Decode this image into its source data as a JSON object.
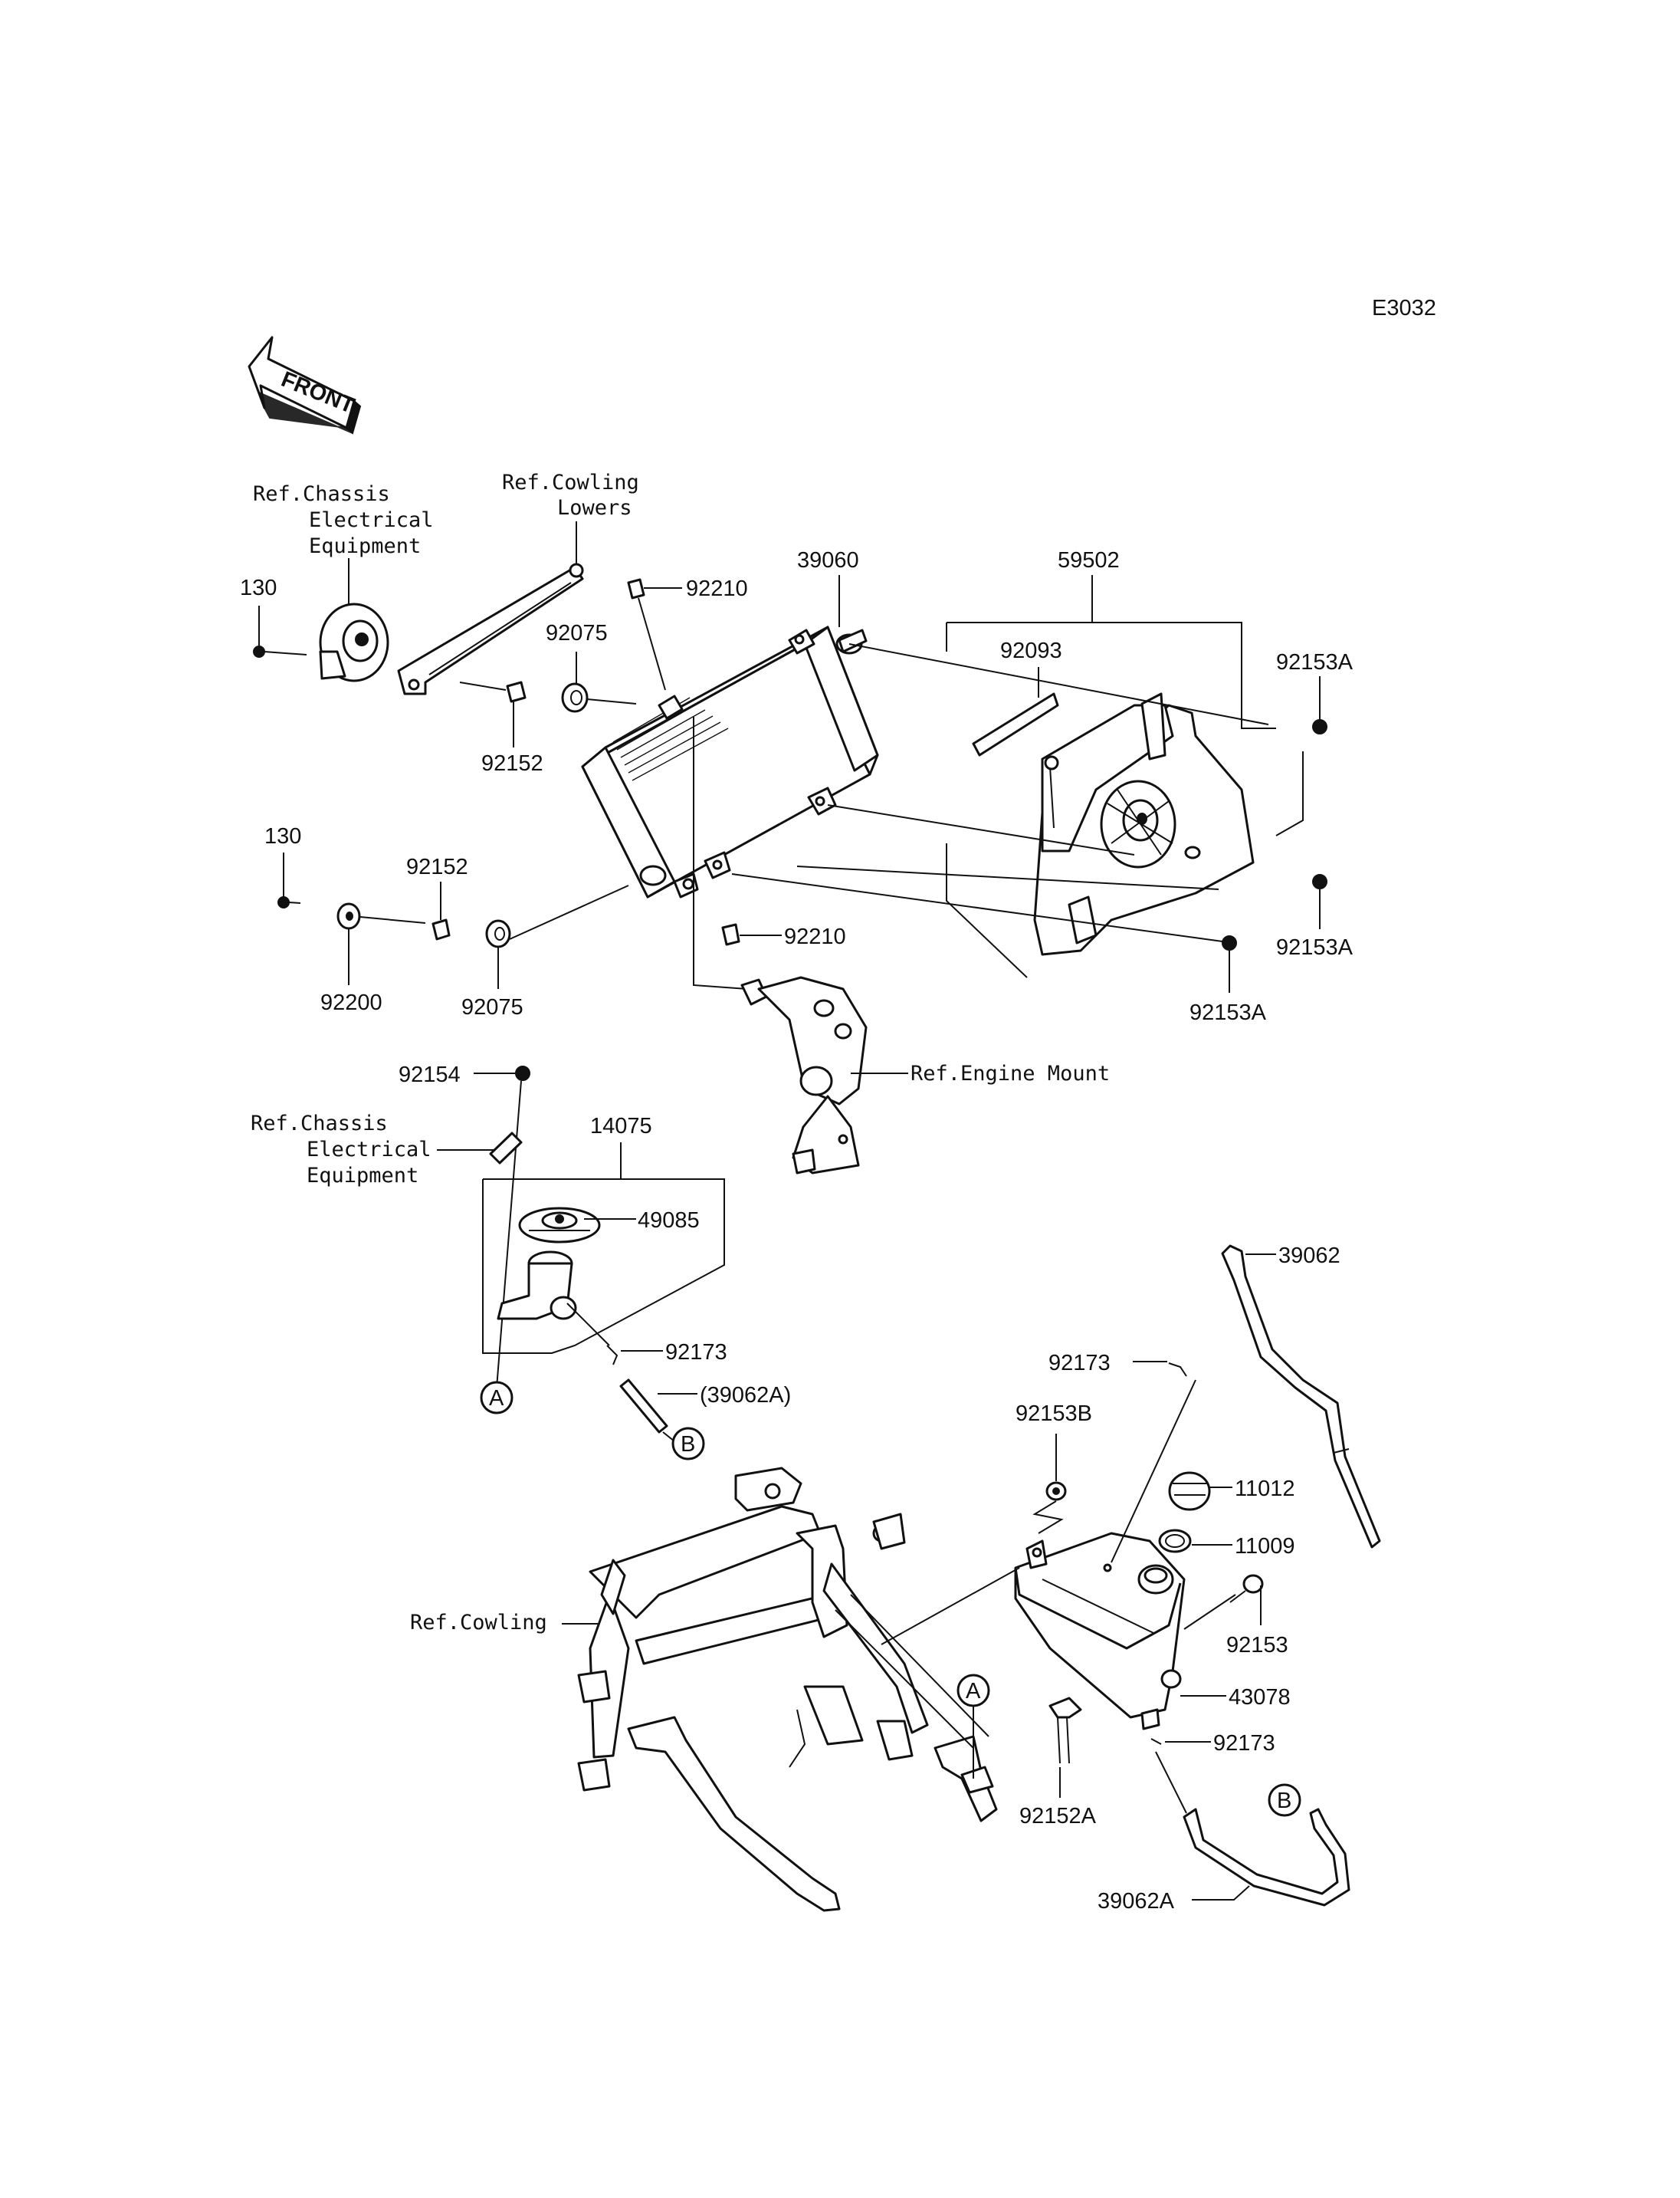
{
  "diagram_code": "E3032",
  "front_arrow": {
    "label": "FRONT",
    "icon": "front-arrow-icon"
  },
  "references": {
    "chassis_electrical_top": [
      "Ref.Chassis",
      "Electrical",
      "Equipment"
    ],
    "cowling_lowers": [
      "Ref.Cowling",
      "Lowers"
    ],
    "engine_mount": "Ref.Engine Mount",
    "chassis_electrical_mid": [
      "Ref.Chassis",
      "Electrical",
      "Equipment"
    ],
    "cowling": "Ref.Cowling"
  },
  "part_numbers": {
    "p130_top": "130",
    "p130_mid": "130",
    "p92210_top": "92210",
    "p92210_bot": "92210",
    "p39060": "39060",
    "p59502": "59502",
    "p92093": "92093",
    "p92075_top": "92075",
    "p92075_bot": "92075",
    "p92152_top": "92152",
    "p92152_mid": "92152",
    "p92153A_1": "92153A",
    "p92153A_2": "92153A",
    "p92153A_3": "92153A",
    "p92200": "92200",
    "p92154": "92154",
    "p14075": "14075",
    "p49085": "49085",
    "p92173_1": "92173",
    "p39062A_ref": "(39062A)",
    "p39062": "39062",
    "p92173_2": "92173",
    "p92153B": "92153B",
    "p11012": "11012",
    "p11009": "11009",
    "p92153": "92153",
    "p43078": "43078",
    "p92152A": "92152A",
    "p92173_3": "92173",
    "p39062A": "39062A"
  },
  "connectors": {
    "a_left": "A",
    "b_left": "B",
    "a_right": "A",
    "b_right": "B"
  }
}
